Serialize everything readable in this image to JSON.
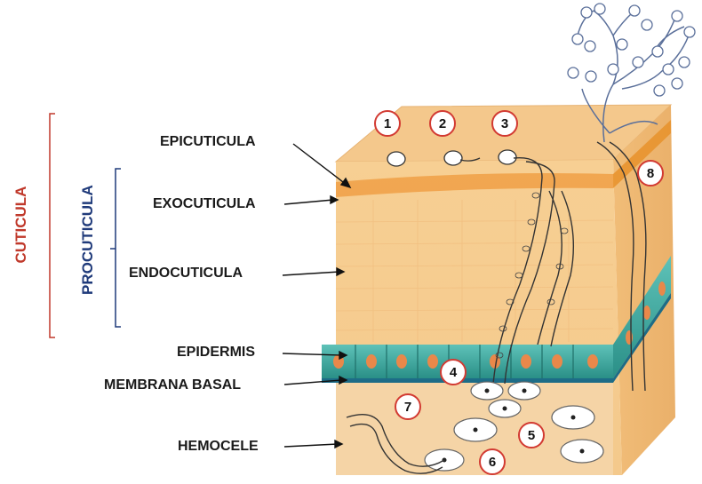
{
  "brackets": {
    "cuticula": {
      "label": "CUTICULA",
      "color": "#c0392b"
    },
    "procuticula": {
      "label": "PROCUTICULA",
      "color": "#1f3a7a"
    }
  },
  "layers": {
    "epicuticula": "EPICUTICULA",
    "exocuticula": "EXOCUTICULA",
    "endocuticula": "ENDOCUTICULA",
    "epidermis": "EPIDERMIS",
    "membrana_basal": "MEMBRANA BASAL",
    "hemocele": "HEMOCELE"
  },
  "stages": [
    "1",
    "2",
    "3",
    "4",
    "5",
    "6",
    "7",
    "8"
  ],
  "colors": {
    "badge_border": "#d23a32",
    "cuticle": "#f6c98a",
    "exocuticle_band": "#f0a24a",
    "epidermis": "#3aa39a",
    "hemocoel": "#f3d3a4",
    "hyphae": "#5a6f9a"
  }
}
